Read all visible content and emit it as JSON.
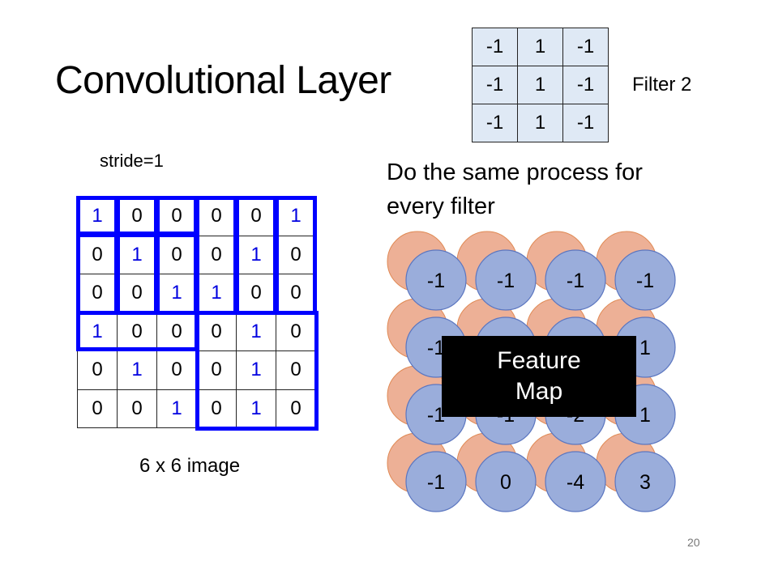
{
  "slide": {
    "title": "Convolutional Layer",
    "page_number": "20"
  },
  "filter": {
    "label": "Filter 2",
    "matrix": [
      [
        "-1",
        "1",
        "-1"
      ],
      [
        "-1",
        "1",
        "-1"
      ],
      [
        "-1",
        "1",
        "-1"
      ]
    ],
    "cell_color": "#dfe9f5"
  },
  "image": {
    "stride_label": "stride=1",
    "caption": "6 x 6 image",
    "matrix": [
      [
        "1",
        "0",
        "0",
        "0",
        "0",
        "1"
      ],
      [
        "0",
        "1",
        "0",
        "0",
        "1",
        "0"
      ],
      [
        "0",
        "0",
        "1",
        "1",
        "0",
        "0"
      ],
      [
        "1",
        "0",
        "0",
        "0",
        "1",
        "0"
      ],
      [
        "0",
        "1",
        "0",
        "0",
        "1",
        "0"
      ],
      [
        "0",
        "0",
        "1",
        "0",
        "1",
        "0"
      ]
    ],
    "highlight_color": "#0000ff",
    "one_color": "#0000e0"
  },
  "instruction": {
    "line1": "Do the same process for",
    "line2": "every filter"
  },
  "feature_map": {
    "label_line1": "Feature",
    "label_line2": "Map",
    "values": [
      [
        "-1",
        "-1",
        "-1",
        "-1"
      ],
      [
        "-1",
        "",
        "",
        "1"
      ],
      [
        "-1",
        "-1",
        "-2",
        "1"
      ],
      [
        "-1",
        "0",
        "-4",
        "3"
      ]
    ],
    "front_circle_color": "#9aaddb",
    "back_circle_color": "#edb096"
  }
}
